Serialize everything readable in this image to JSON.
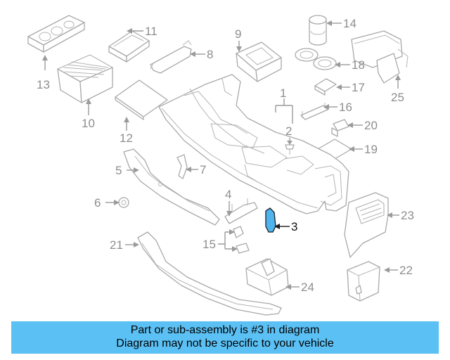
{
  "diagram": {
    "highlight_color": "#4fb4ee",
    "callouts": [
      {
        "id": "1",
        "label": "1"
      },
      {
        "id": "2",
        "label": "2"
      },
      {
        "id": "3",
        "label": "3",
        "highlighted": true
      },
      {
        "id": "4",
        "label": "4"
      },
      {
        "id": "5",
        "label": "5"
      },
      {
        "id": "6",
        "label": "6"
      },
      {
        "id": "7",
        "label": "7"
      },
      {
        "id": "8",
        "label": "8"
      },
      {
        "id": "9",
        "label": "9"
      },
      {
        "id": "10",
        "label": "10"
      },
      {
        "id": "11",
        "label": "11"
      },
      {
        "id": "12",
        "label": "12"
      },
      {
        "id": "13",
        "label": "13"
      },
      {
        "id": "14",
        "label": "14"
      },
      {
        "id": "15",
        "label": "15"
      },
      {
        "id": "16",
        "label": "16"
      },
      {
        "id": "17",
        "label": "17"
      },
      {
        "id": "18",
        "label": "18"
      },
      {
        "id": "19",
        "label": "19"
      },
      {
        "id": "20",
        "label": "20"
      },
      {
        "id": "21",
        "label": "21"
      },
      {
        "id": "22",
        "label": "22"
      },
      {
        "id": "23",
        "label": "23"
      },
      {
        "id": "24",
        "label": "24"
      },
      {
        "id": "25",
        "label": "25"
      }
    ]
  },
  "banner": {
    "background": "#5bc0f4",
    "line1": "Part or sub-assembly is #3 in diagram",
    "line2": "Diagram may not be specific to your vehicle"
  }
}
